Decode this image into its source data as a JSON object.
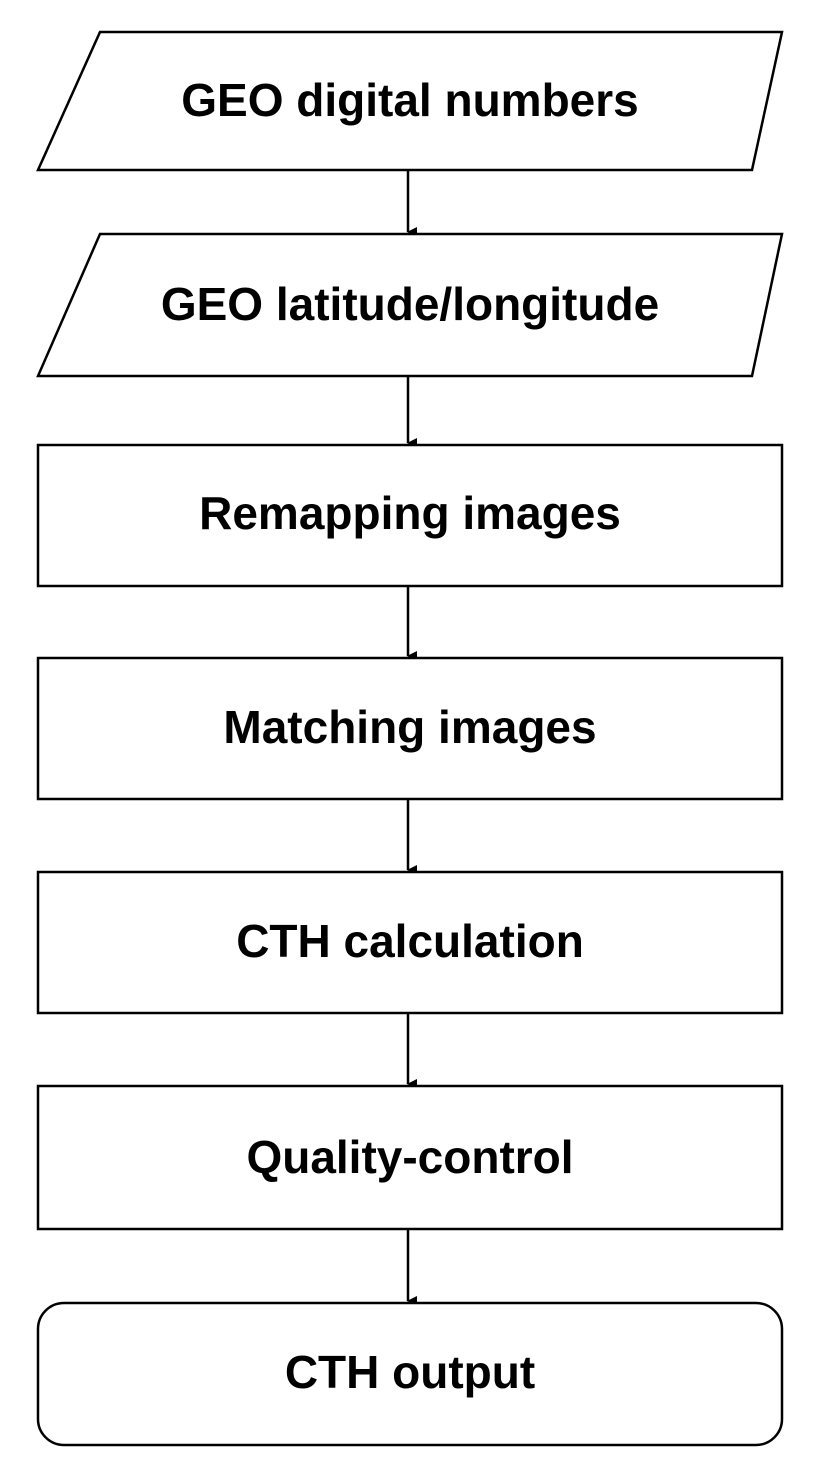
{
  "flowchart": {
    "steps": [
      {
        "label": "GEO digital numbers",
        "shape": "parallelogram"
      },
      {
        "label": "GEO latitude/longitude",
        "shape": "parallelogram"
      },
      {
        "label": "Remapping images",
        "shape": "rectangle"
      },
      {
        "label": "Matching images",
        "shape": "rectangle"
      },
      {
        "label": "CTH calculation",
        "shape": "rectangle"
      },
      {
        "label": "Quality-control",
        "shape": "rectangle"
      },
      {
        "label": "CTH output",
        "shape": "rounded-rectangle"
      }
    ],
    "colors": {
      "stroke": "#000000",
      "fill": "#ffffff",
      "text": "#000000"
    }
  }
}
